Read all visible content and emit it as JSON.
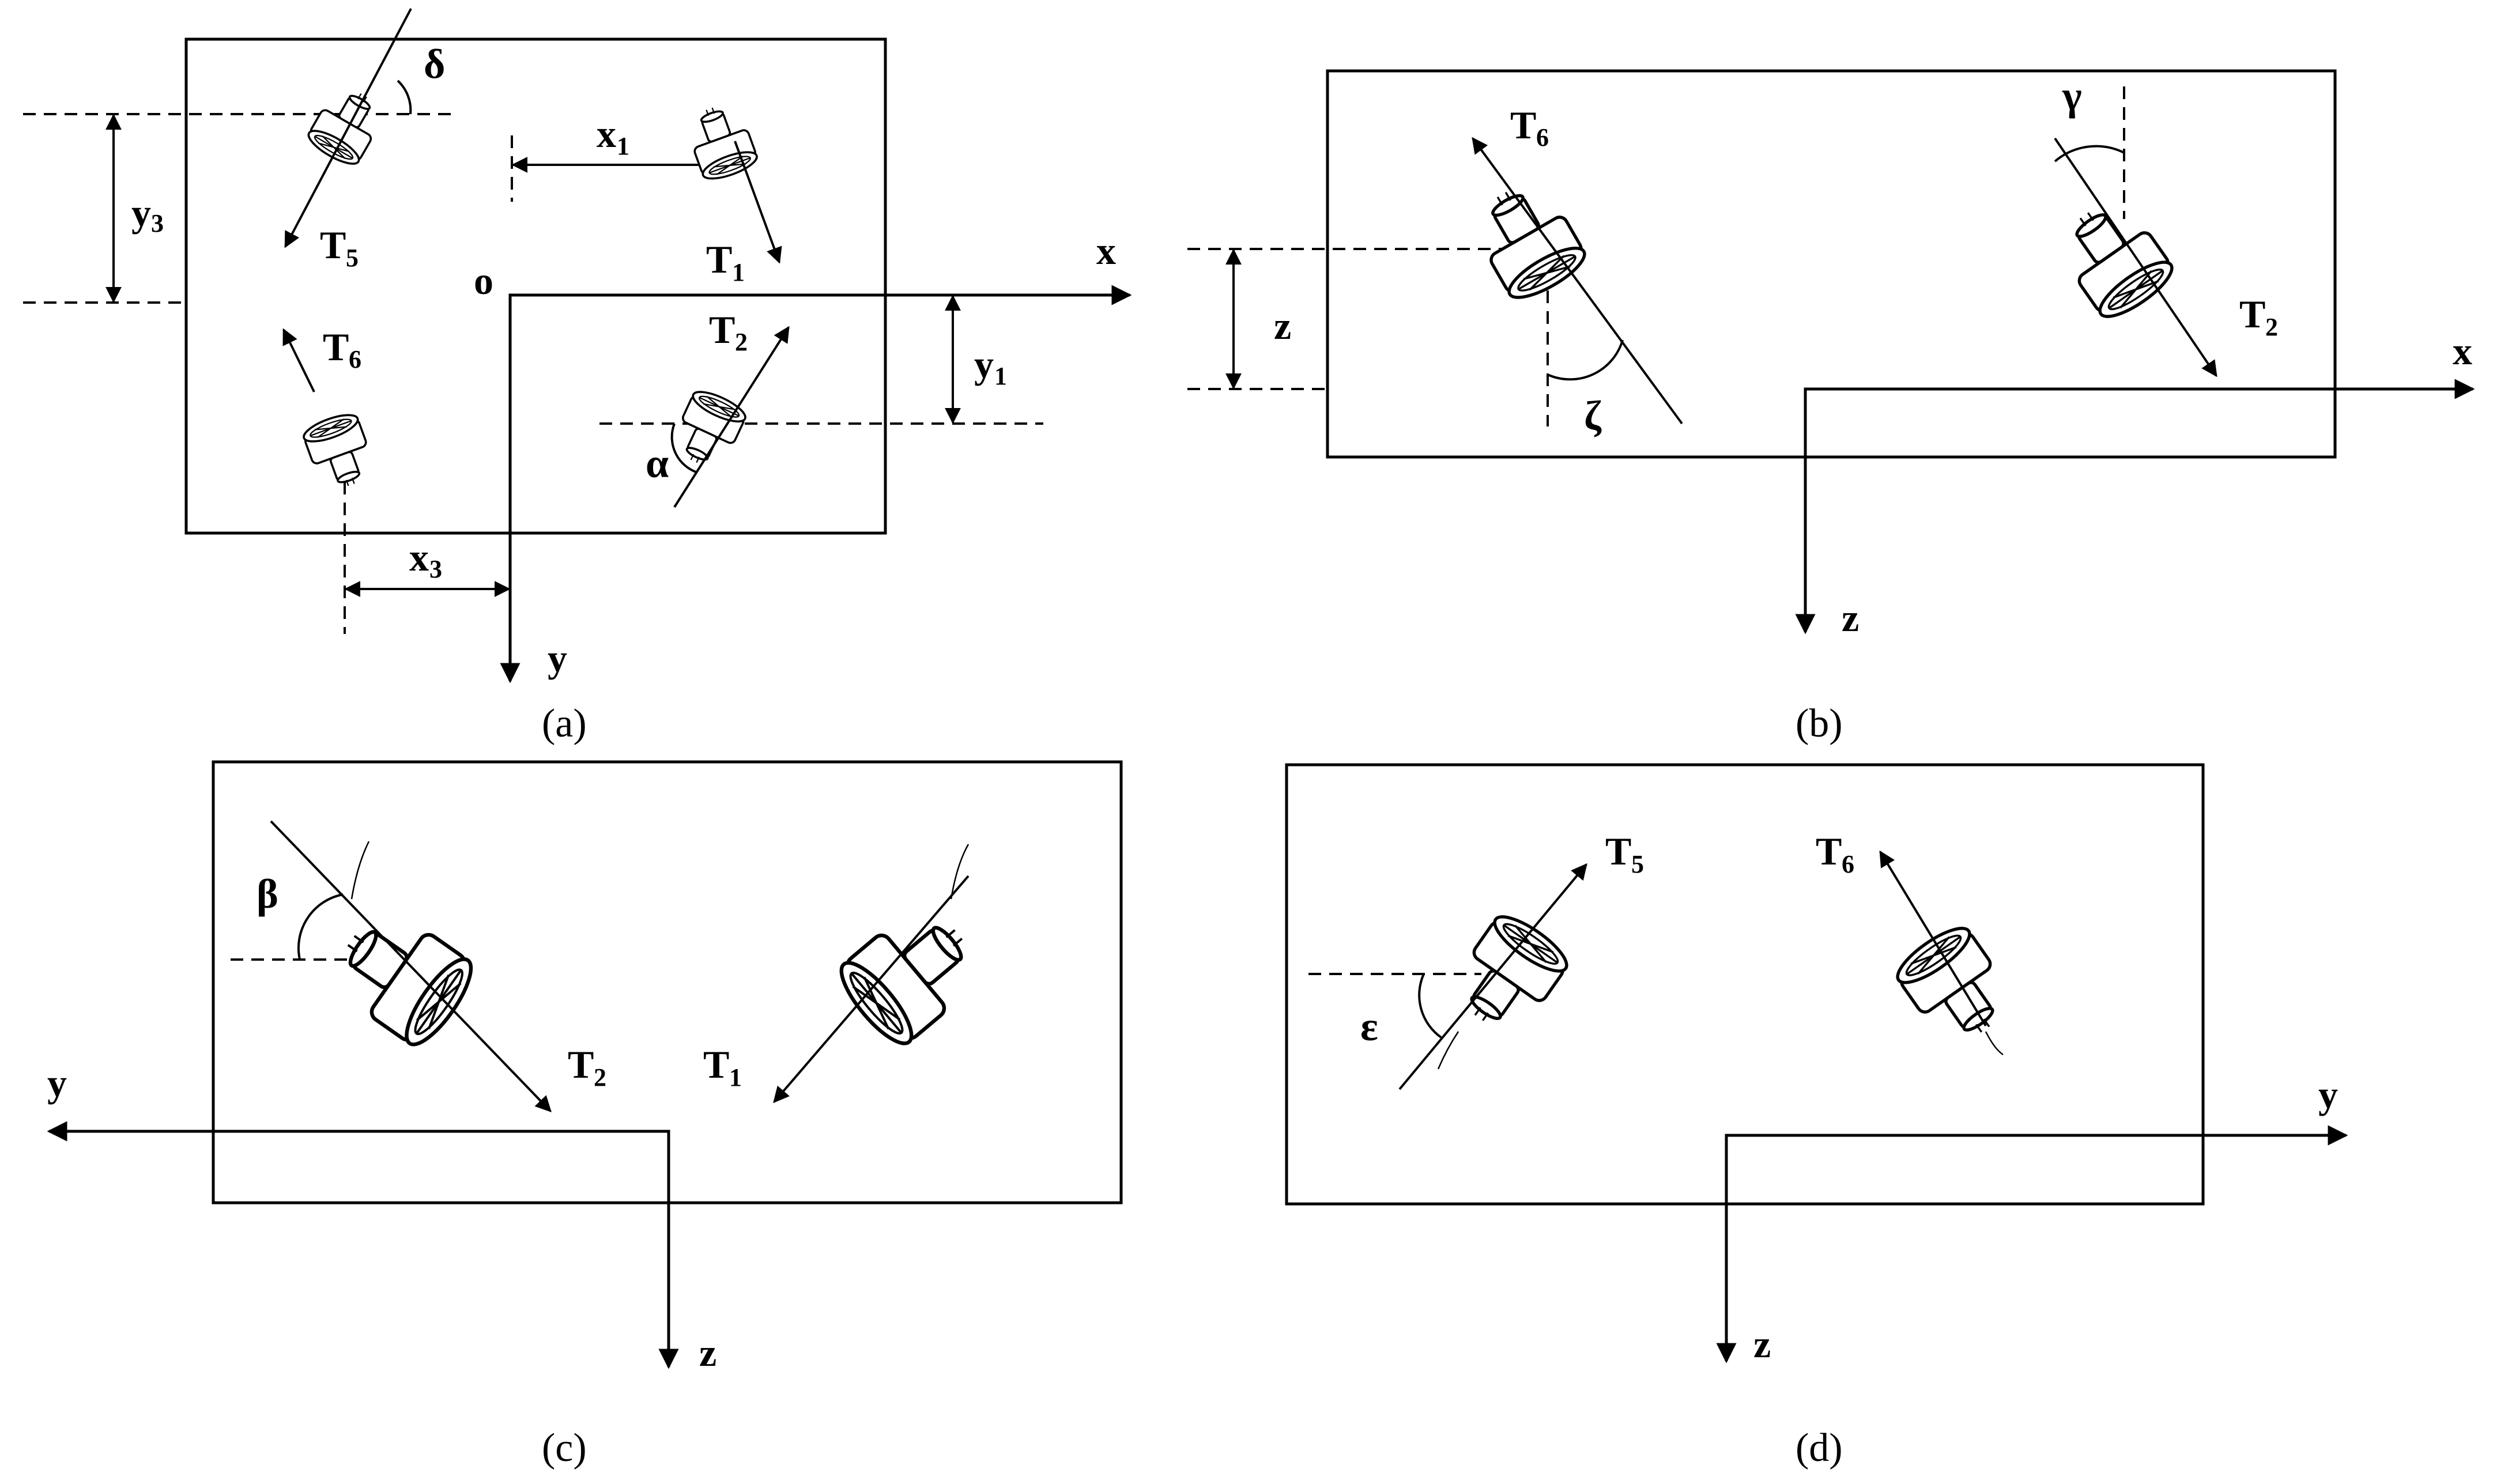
{
  "panels": {
    "a": {
      "caption": "(a)",
      "origin": "o",
      "axes": {
        "x": "x",
        "y": "y"
      },
      "thrusters": [
        "T",
        "T",
        "T",
        "T"
      ],
      "thruster_subs": [
        "1",
        "2",
        "5",
        "6"
      ],
      "dims": {
        "x1": "x",
        "x1_sub": "1",
        "y1": "y",
        "y1_sub": "1",
        "x3": "x",
        "x3_sub": "3",
        "y3": "y",
        "y3_sub": "3"
      },
      "angles": {
        "delta": "δ",
        "alpha": "α"
      }
    },
    "b": {
      "caption": "(b)",
      "axes": {
        "x": "x",
        "z": "z"
      },
      "thrusters": [
        "T",
        "T"
      ],
      "thruster_subs": [
        "6",
        "2"
      ],
      "dims": {
        "z": "z"
      },
      "angles": {
        "gamma": "γ",
        "zeta": "ζ"
      }
    },
    "c": {
      "caption": "(c)",
      "axes": {
        "y": "y",
        "z": "z"
      },
      "thrusters": [
        "T",
        "T"
      ],
      "thruster_subs": [
        "2",
        "1"
      ],
      "angles": {
        "beta": "β"
      }
    },
    "d": {
      "caption": "(d)",
      "axes": {
        "y": "y",
        "z": "z"
      },
      "thrusters": [
        "T",
        "T"
      ],
      "thruster_subs": [
        "5",
        "6"
      ],
      "angles": {
        "epsilon": "ε"
      }
    }
  }
}
